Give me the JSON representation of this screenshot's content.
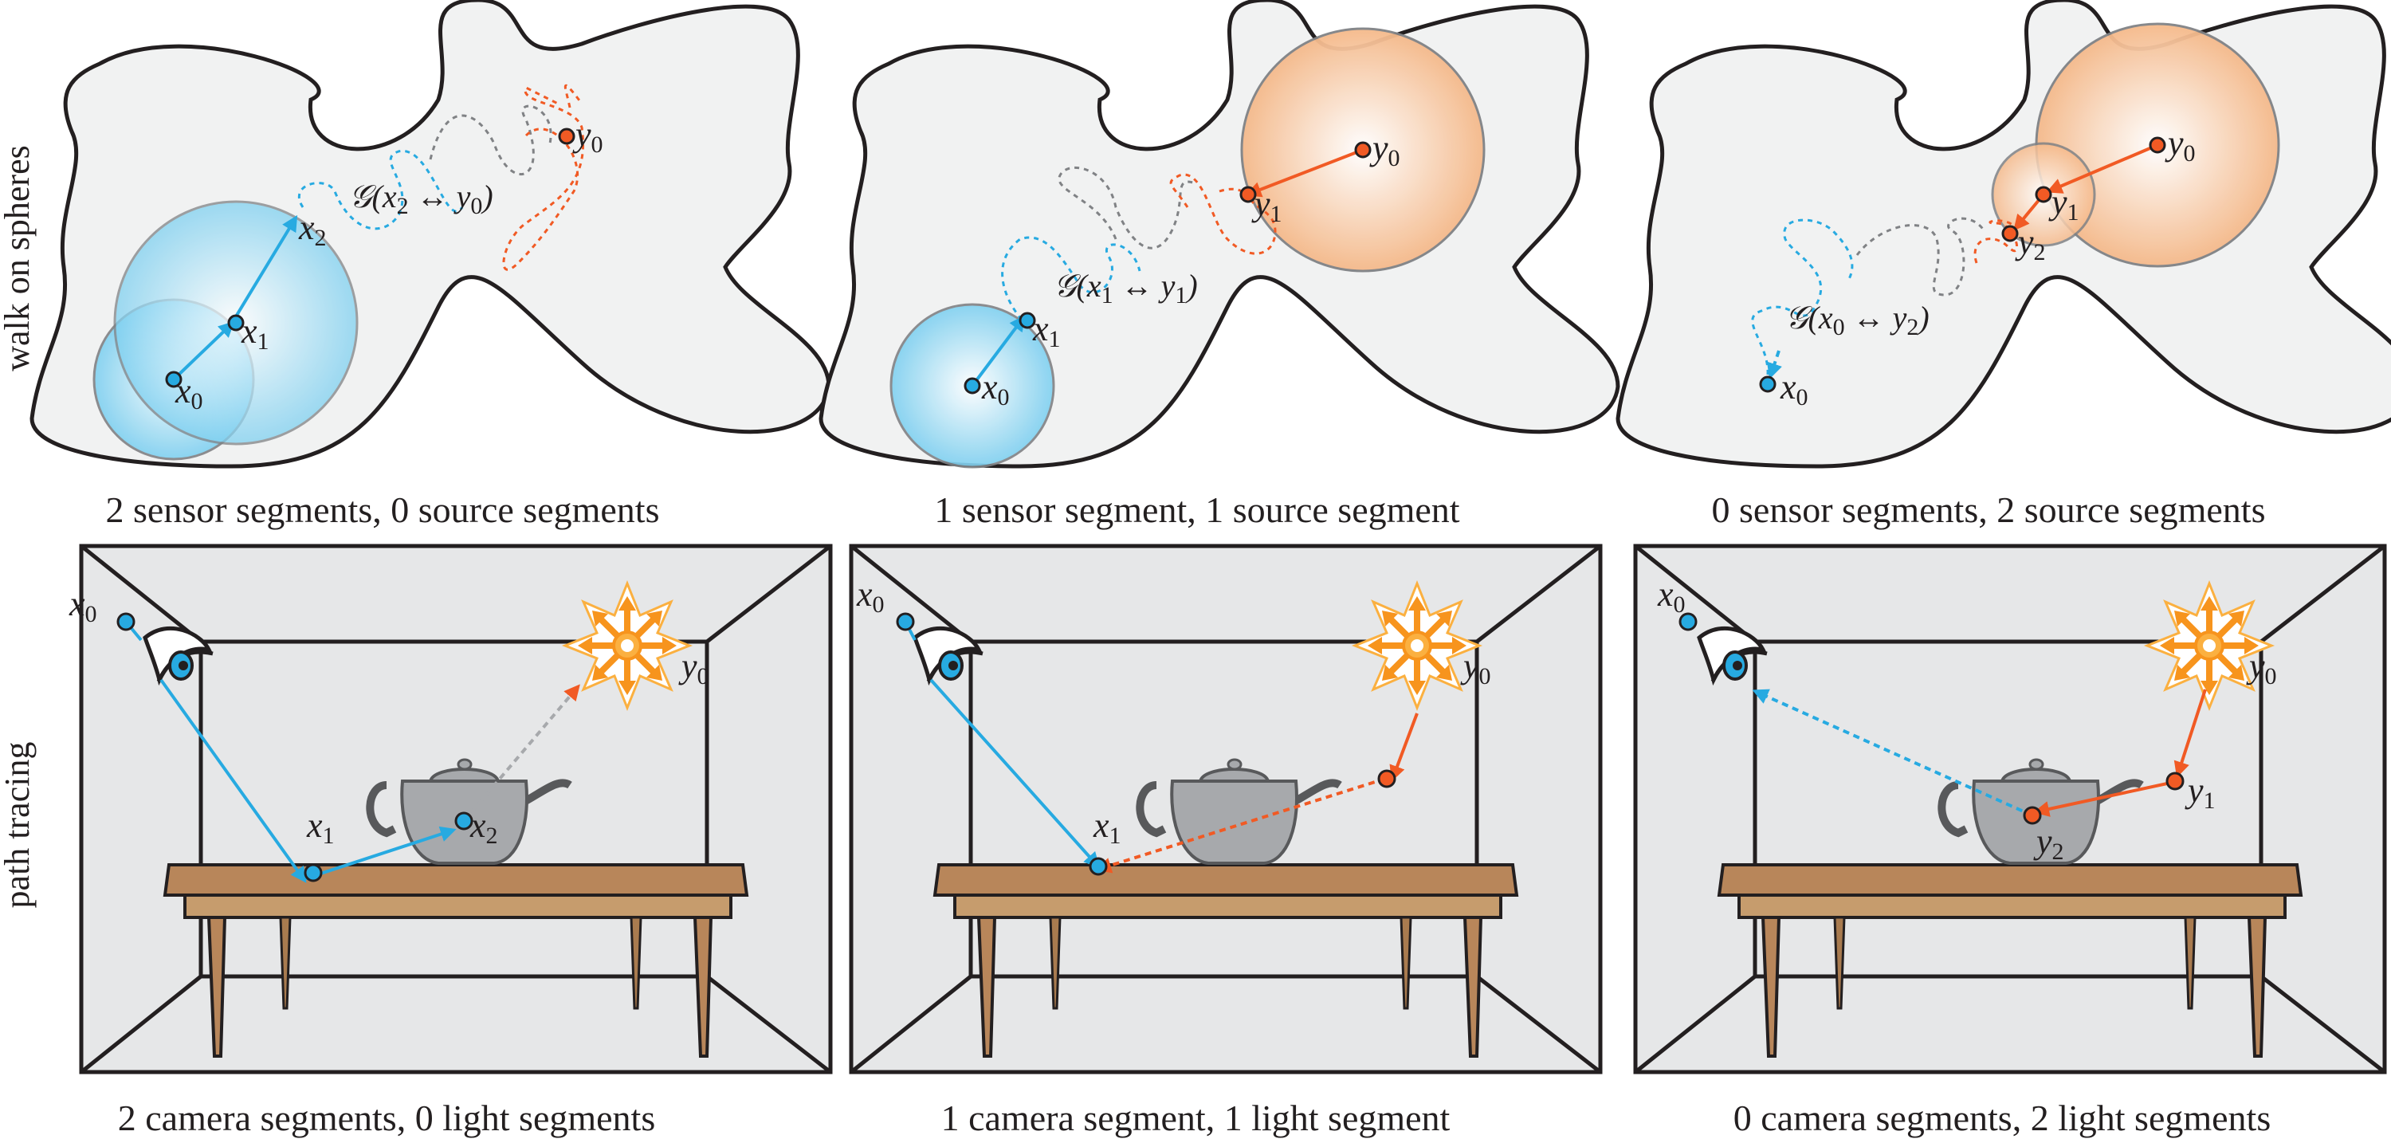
{
  "row_labels": {
    "top": "walk on spheres",
    "bottom": "path tracing"
  },
  "captions": {
    "wos_1": "2 sensor segments, 0 source segments",
    "wos_2": "1 sensor segment, 1 source segment",
    "wos_3": "0 sensor segments, 2 source segments",
    "pt_1": "2 camera segments, 0 light segments",
    "pt_2": "1 camera segment, 1 light segment",
    "pt_3": "0 camera segments, 2 light segments"
  },
  "symbols": {
    "x": "x",
    "y": "y",
    "i0": "0",
    "i1": "1",
    "i2": "2",
    "G": "𝒢",
    "arrow": "↔",
    "lparen": "(",
    "rparen": ")"
  },
  "colors": {
    "sensor_blue": "#27aae1",
    "source_orange": "#f15a24",
    "domain_fill": "#f1f2f2",
    "room_fill": "#e6e7e8",
    "table_wood": "#b8865a"
  }
}
